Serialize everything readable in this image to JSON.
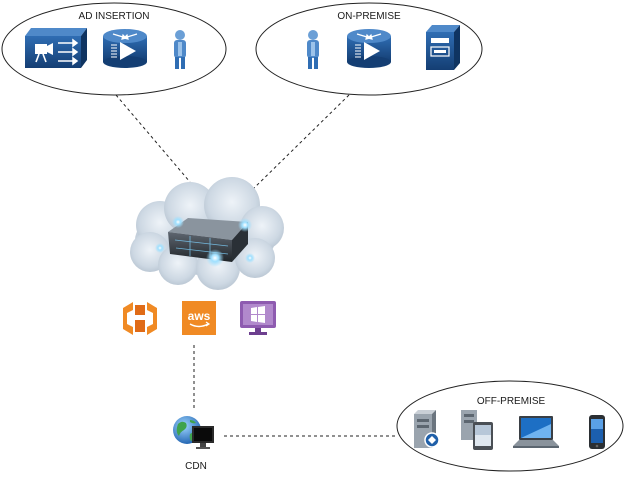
{
  "groups": {
    "ad_insertion": {
      "label": "AD INSERTION"
    },
    "on_premise": {
      "label": "ON-PREMISE"
    },
    "off_premise": {
      "label": "OFF-PREMISE"
    }
  },
  "cdn": {
    "label": "CDN"
  },
  "colors": {
    "device_blue": "#1b4f8e",
    "aws_orange": "#f08a24",
    "windows_purple": "#8e5bb0",
    "cloud": "#cfd9e3"
  },
  "icons": {
    "ad_insertion": [
      "video-encoder-icon",
      "router-icon",
      "person-icon"
    ],
    "on_premise": [
      "person-icon",
      "router-icon",
      "server-icon"
    ],
    "cloud_services": [
      "aws-elemental-icon",
      "aws-icon",
      "windows-vm-icon"
    ],
    "off_premise": [
      "desktop-pc-icon",
      "tablet-pc-icon",
      "laptop-icon",
      "smartphone-icon"
    ]
  }
}
